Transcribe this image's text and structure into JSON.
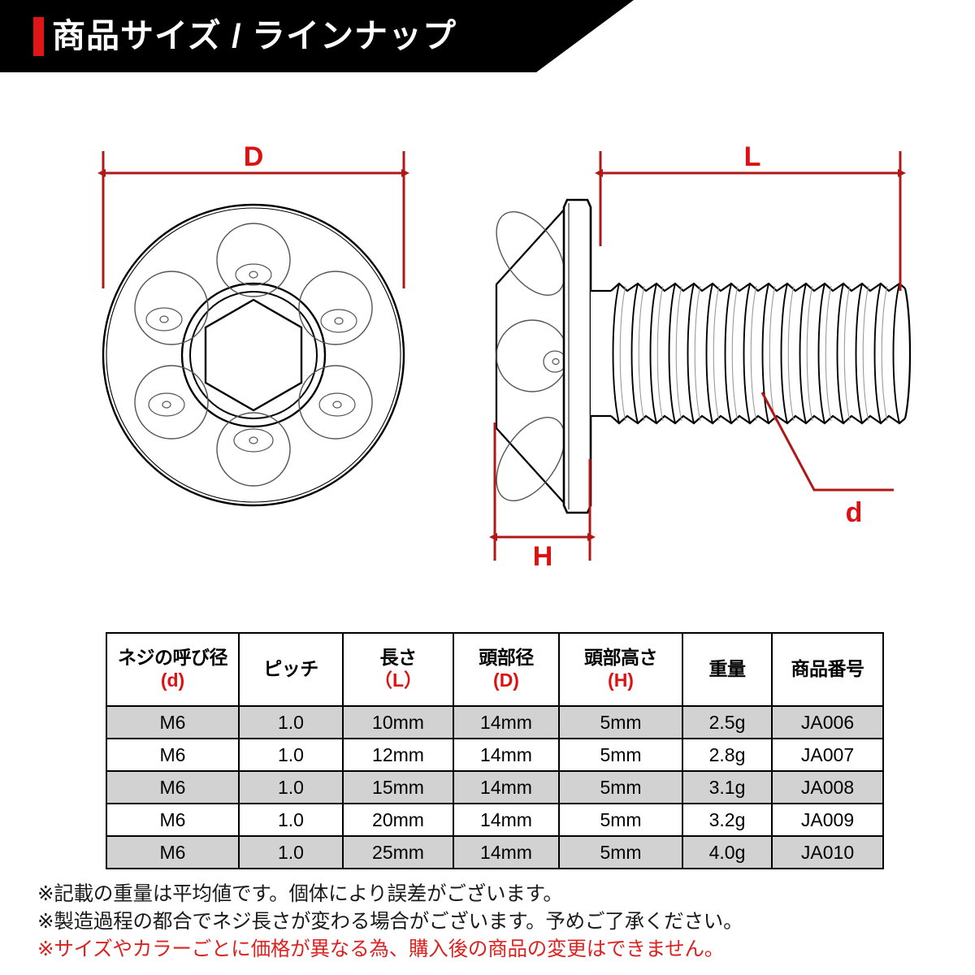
{
  "header": {
    "title": "商品サイズ / ラインナップ",
    "accent_color": "#e01616",
    "background_color": "#000000"
  },
  "diagram": {
    "dimension_color": "#b01818",
    "label_color": "#dd1111",
    "labels": {
      "head_diameter": "D",
      "length": "L",
      "head_height": "H",
      "thread_diameter": "d"
    },
    "views": {
      "top_view_name": "bolt-head-top-view",
      "side_view_name": "bolt-side-view"
    }
  },
  "table": {
    "headers": [
      {
        "main": "ネジの呼び径",
        "sub": "(d)"
      },
      {
        "main": "ピッチ",
        "sub": ""
      },
      {
        "main": "長さ",
        "sub": "（L）"
      },
      {
        "main": "頭部径",
        "sub": "(D)"
      },
      {
        "main": "頭部高さ",
        "sub": "(H)"
      },
      {
        "main": "重量",
        "sub": ""
      },
      {
        "main": "商品番号",
        "sub": ""
      }
    ],
    "rows": [
      {
        "diameter": "M6",
        "pitch": "1.0",
        "length": "10mm",
        "head_dia": "14mm",
        "head_height": "5mm",
        "weight": "2.5g",
        "part_no": "JA006"
      },
      {
        "diameter": "M6",
        "pitch": "1.0",
        "length": "12mm",
        "head_dia": "14mm",
        "head_height": "5mm",
        "weight": "2.8g",
        "part_no": "JA007"
      },
      {
        "diameter": "M6",
        "pitch": "1.0",
        "length": "15mm",
        "head_dia": "14mm",
        "head_height": "5mm",
        "weight": "3.1g",
        "part_no": "JA008"
      },
      {
        "diameter": "M6",
        "pitch": "1.0",
        "length": "20mm",
        "head_dia": "14mm",
        "head_height": "5mm",
        "weight": "3.2g",
        "part_no": "JA009"
      },
      {
        "diameter": "M6",
        "pitch": "1.0",
        "length": "25mm",
        "head_dia": "14mm",
        "head_height": "5mm",
        "weight": "4.0g",
        "part_no": "JA010"
      }
    ],
    "shaded_color": "#d2d2d2"
  },
  "footnotes": [
    {
      "text": "※記載の重量は平均値です。個体により誤差がございます。",
      "color": "black"
    },
    {
      "text": "※製造過程の都合でネジ長さが変わる場合がございます。予めご了承ください。",
      "color": "black"
    },
    {
      "text": "※サイズやカラーごとに価格が異なる為、購入後の商品の変更はできません。",
      "color": "red"
    }
  ]
}
